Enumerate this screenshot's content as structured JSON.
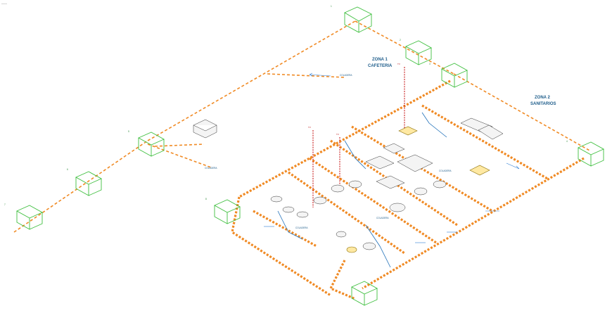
{
  "corner_mark": "——",
  "zones": [
    {
      "title": "ZONA 1",
      "subtitle": "CAFETERIA"
    },
    {
      "title": "ZONA 2",
      "subtitle": "SANITARIOS"
    }
  ],
  "colors": {
    "pipe": "#f08a24",
    "box": "#3fbf3f",
    "label": "#1d5c8a",
    "riser": "#c81e1e",
    "flow_arrow": "#2a7bd4"
  },
  "registro_labels": [
    "1",
    "2",
    "3",
    "4",
    "5",
    "6",
    "7",
    "8"
  ],
  "fixture_labels": [
    "COLADERA",
    "COLADERA",
    "COLADERA",
    "COLADERA",
    "COLADERA"
  ],
  "riser_labels": [
    "TV",
    "TV",
    "TV"
  ]
}
